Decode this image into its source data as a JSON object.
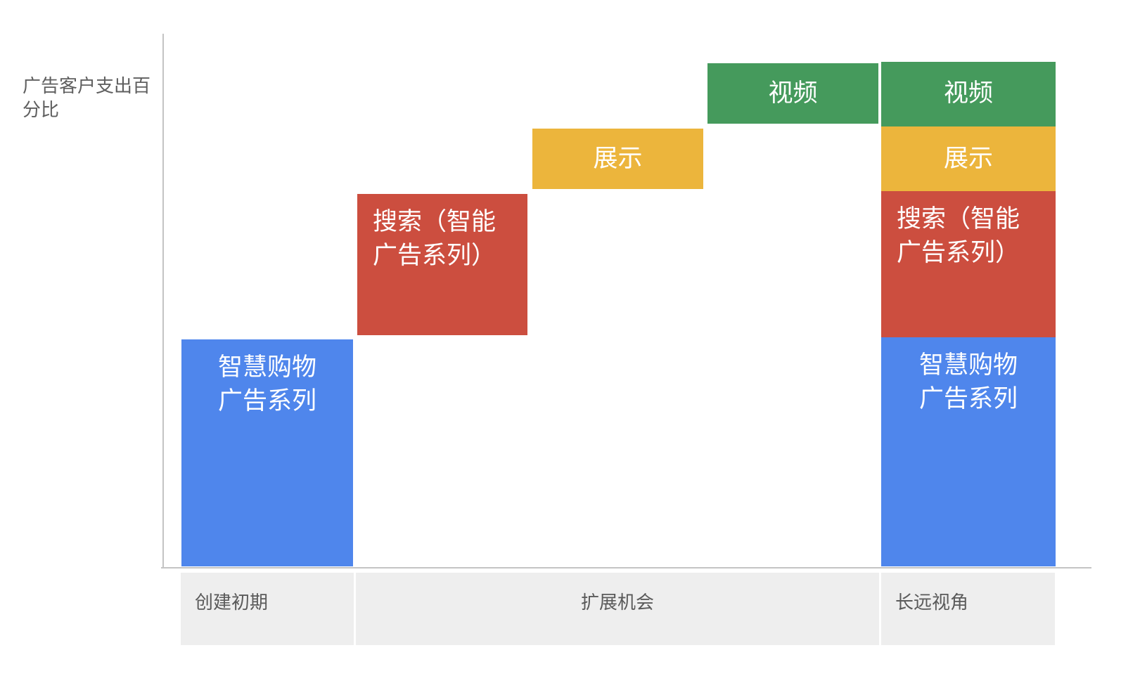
{
  "chart_data": {
    "type": "bar",
    "title": "",
    "ylabel": "广告客户支出百分比",
    "xlabel": "",
    "ylim": [
      0,
      100
    ],
    "grid": false,
    "colors": {
      "shopping": "#4f86ec",
      "search": "#cc4e3f",
      "display": "#ecb53c",
      "video": "#459a5c"
    },
    "bars": [
      {
        "column": 0,
        "series": "shopping",
        "label": "智慧购物\n广告系列",
        "start": 0,
        "end": 42.6,
        "align": "center"
      },
      {
        "column": 1,
        "series": "search",
        "label": "搜索（智能\n广告系列）",
        "start": 43.4,
        "end": 69.9,
        "align": "left"
      },
      {
        "column": 2,
        "series": "display",
        "label": "展示",
        "start": 70.8,
        "end": 82.2,
        "align": "center"
      },
      {
        "column": 3,
        "series": "video",
        "label": "视频",
        "start": 83.1,
        "end": 94.5,
        "align": "center"
      },
      {
        "column": 4,
        "series": "shopping",
        "label": "智慧购物\n广告系列",
        "start": 0,
        "end": 43.0,
        "align": "center"
      },
      {
        "column": 4,
        "series": "search",
        "label": "搜索（智能\n广告系列）",
        "start": 43.0,
        "end": 70.4,
        "align": "left"
      },
      {
        "column": 4,
        "series": "display",
        "label": "展示",
        "start": 70.4,
        "end": 82.6,
        "align": "center"
      },
      {
        "column": 4,
        "series": "video",
        "label": "视频",
        "start": 82.6,
        "end": 94.7,
        "align": "center"
      }
    ],
    "categories": [
      {
        "label": "创建初期",
        "columns": [
          0,
          0
        ],
        "align": "left"
      },
      {
        "label": "扩展机会",
        "columns": [
          1,
          3
        ],
        "align": "center"
      },
      {
        "label": "长远视角",
        "columns": [
          4,
          4
        ],
        "align": "left"
      }
    ]
  }
}
